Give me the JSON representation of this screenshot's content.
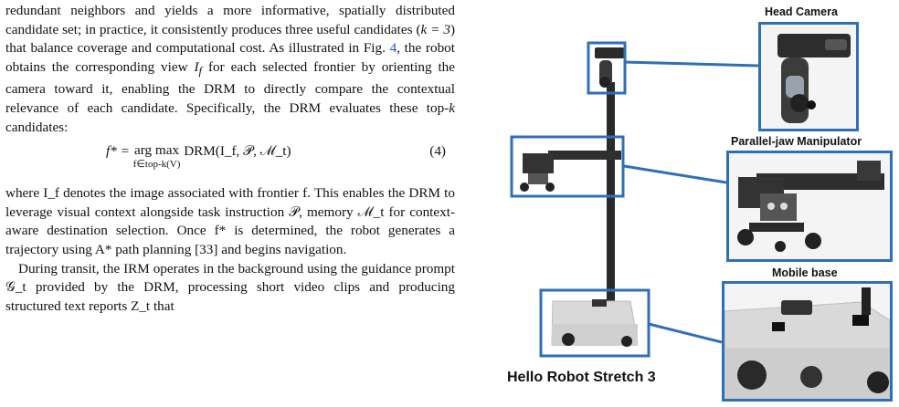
{
  "text": {
    "p1_lines": [
      "redundant neighbors and yields a more informative, spatially distributed candidate set; in practice, it consistently produces three useful candidates (",
      "k = 3",
      ") that balance coverage and computational cost. As illustrated in Fig. ",
      "4",
      ", the robot obtains the corresponding view ",
      "I",
      "f",
      " for each selected frontier by orienting the camera toward it, enabling the DRM to directly compare the contextual relevance of each candidate. Specifically, the DRM evaluates these top-",
      "k",
      " candidates:"
    ],
    "equation": {
      "lhs": "f* =",
      "op": "arg max",
      "op_sub": "f∈top-k(V)",
      "rhs": "DRM(I_f, 𝒫, ℳ_t)",
      "number": "(4)"
    },
    "p2": "where I_f denotes the image associated with frontier f. This enables the DRM to leverage visual context alongside task instruction 𝒫, memory ℳ_t for context-aware destination selection. Once f* is determined, the robot generates a trajectory using A* path planning [33] and begins navigation.",
    "p3": "During transit, the IRM operates in the background using the guidance prompt 𝒢_t provided by the DRM, processing short video clips and producing structured text reports Z_t that"
  },
  "figure": {
    "label_head": "Head Camera",
    "label_manip": "Parallel-jaw Manipulator",
    "label_base": "Mobile base",
    "label_robot": "Hello Robot Stretch 3",
    "box_color": "#2f6fb7"
  }
}
